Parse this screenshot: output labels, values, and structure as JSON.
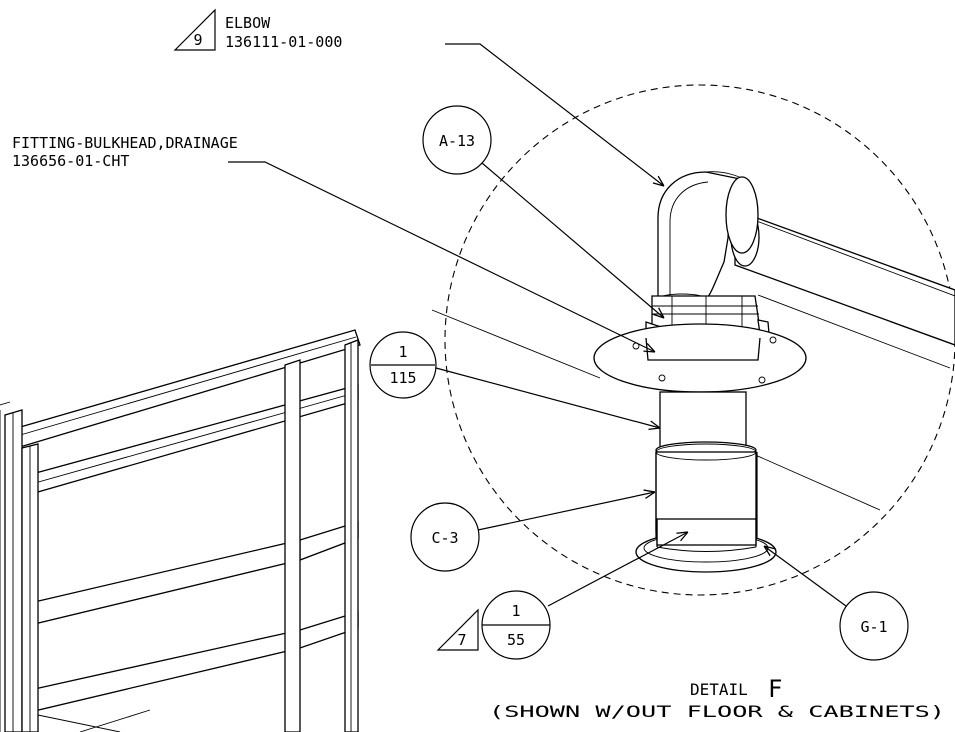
{
  "callouts": {
    "elbow": {
      "marker": "9",
      "name": "ELBOW",
      "part": "136111-01-000"
    },
    "fitting": {
      "name": "FITTING-BULKHEAD,DRAINAGE",
      "part": "136656-01-CHT"
    },
    "a13": "A-13",
    "ref_115": {
      "top": "1",
      "bottom": "115"
    },
    "c3": "C-3",
    "ref_55": {
      "marker": "7",
      "top": "1",
      "bottom": "55"
    },
    "g1": "G-1"
  },
  "detail": {
    "title_prefix": "DETAIL",
    "letter": "F",
    "note": "(SHOWN W/OUT FLOOR & CABINETS)"
  }
}
